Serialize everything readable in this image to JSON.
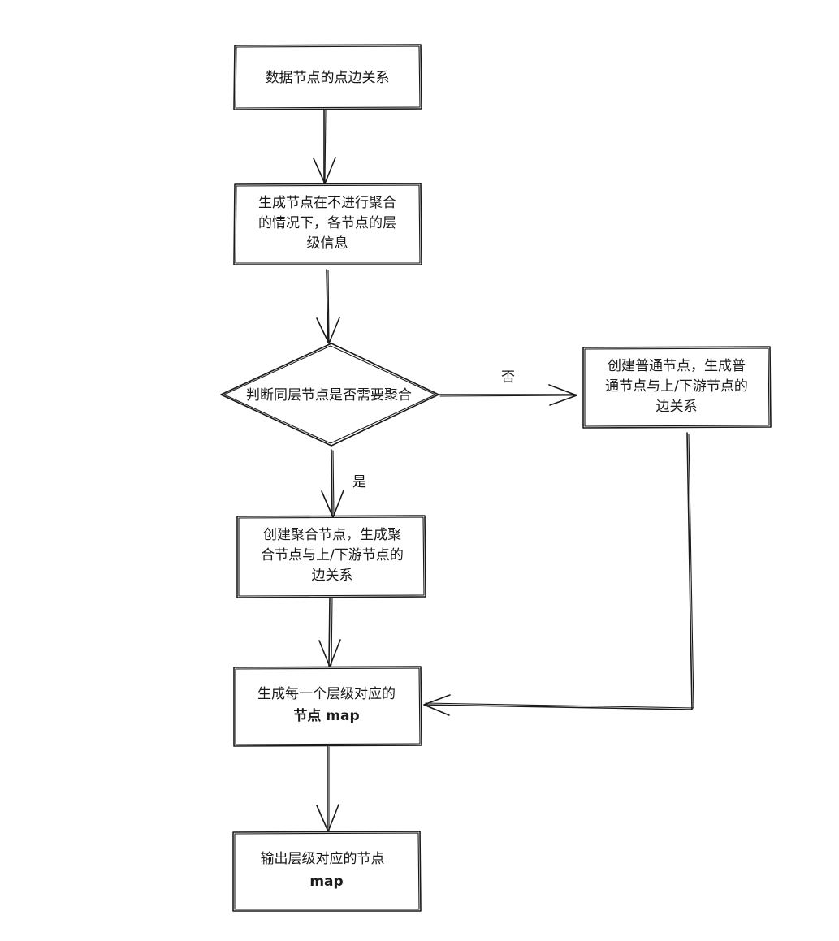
{
  "nodes": {
    "start": {
      "lines": [
        "数据节点的点边关系"
      ]
    },
    "levels": {
      "lines": [
        "生成节点在不进行聚合",
        "的情况下，各节点的层",
        "级信息"
      ]
    },
    "decision": {
      "lines": [
        "判断同层节点是否需要聚合"
      ]
    },
    "normal": {
      "lines": [
        "创建普通节点，生成普",
        "通节点与上/下游节点的",
        "边关系"
      ]
    },
    "aggregate": {
      "lines": [
        "创建聚合节点，生成聚",
        "合节点与上/下游节点的",
        "边关系"
      ]
    },
    "levelmap": {
      "lines": [
        "生成每一个层级对应的",
        "节点 map"
      ]
    },
    "output": {
      "lines": [
        "输出层级对应的节点",
        "map"
      ]
    }
  },
  "edges": {
    "no_label": "否",
    "yes_label": "是"
  }
}
